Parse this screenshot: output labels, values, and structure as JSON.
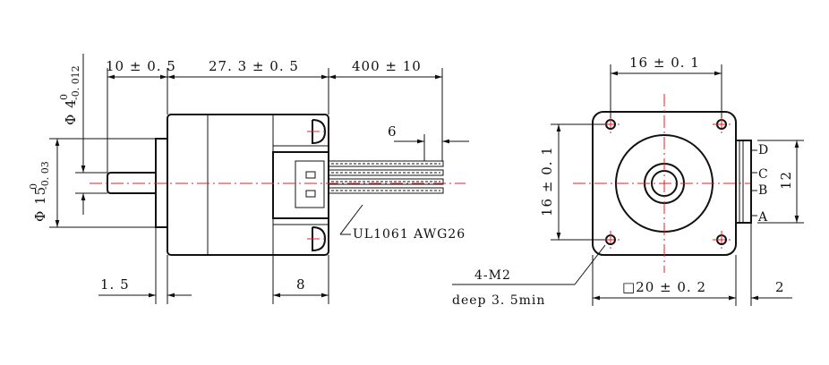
{
  "side_view": {
    "dims": {
      "shaft_length": "10 ± 0. 5",
      "body_length": "27. 3 ± 0. 5",
      "lead_length": "400 ± 10",
      "lead_strip": "6",
      "flange": "1. 5",
      "connector": "8"
    },
    "shaft_dia": {
      "prefix": "Φ 4",
      "upper": "0",
      "lower": "-0. 012"
    },
    "pilot_dia": {
      "prefix": "Φ 15",
      "upper": "0",
      "lower": "-0. 03"
    },
    "cable_note": "UL1061  AWG26"
  },
  "front_view": {
    "dims": {
      "hole_spacing_h": "16 ± 0. 1",
      "hole_spacing_v": "16 ± 0. 1",
      "body_square": "□20 ± 0. 2",
      "lead_offset": "2",
      "lead_span": "12"
    },
    "hole_note": {
      "line1": "4-M2",
      "line2": "deep  3. 5min"
    },
    "leads": [
      "D",
      "C",
      "B",
      "A"
    ]
  },
  "colors": {
    "centerline": "#e02020",
    "line": "#111111"
  }
}
